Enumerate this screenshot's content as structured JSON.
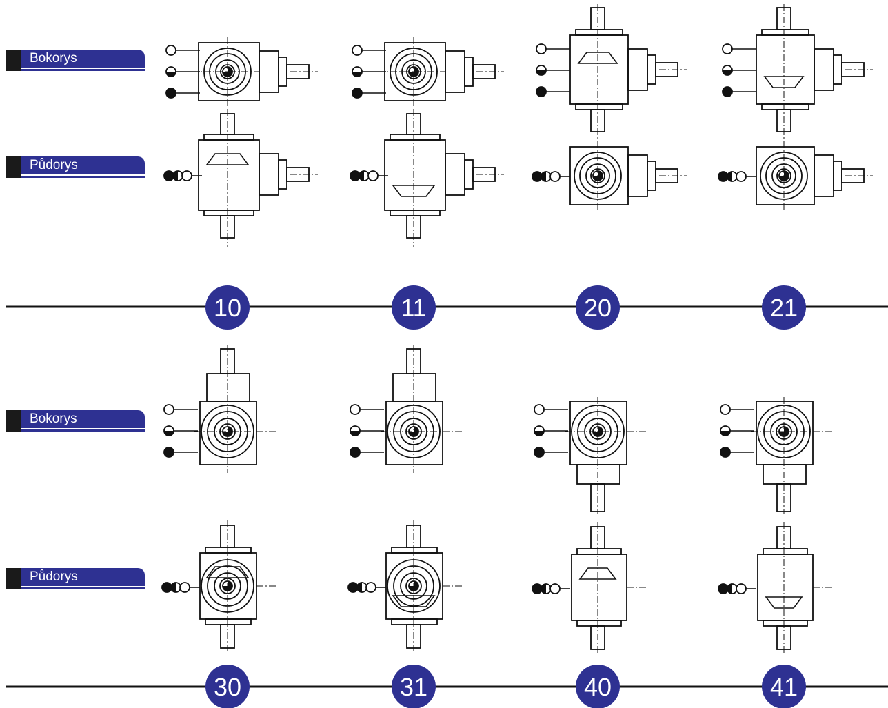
{
  "labels": {
    "side_view": "Bokorys",
    "top_view": "Půdorys"
  },
  "variants": [
    {
      "number": "10"
    },
    {
      "number": "11"
    },
    {
      "number": "20"
    },
    {
      "number": "21"
    },
    {
      "number": "30"
    },
    {
      "number": "31"
    },
    {
      "number": "40"
    },
    {
      "number": "41"
    }
  ],
  "colors": {
    "accent": "#2e3192",
    "ink": "#111111",
    "tab_dark": "#1a1a1a"
  },
  "icons": {
    "legend_markers": [
      "open-circle-icon",
      "half-filled-circle-icon",
      "filled-circle-icon"
    ],
    "gearbox_drawing": "bevel-gearbox-drawing"
  }
}
